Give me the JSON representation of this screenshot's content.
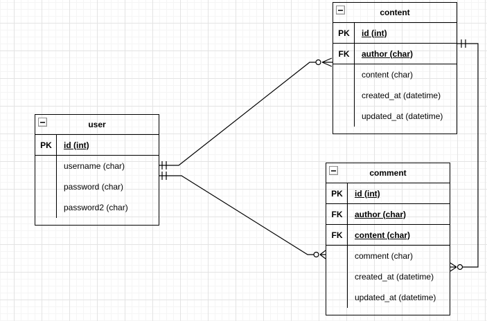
{
  "diagram": {
    "type": "entity-relationship",
    "tables": {
      "user": {
        "title": "user",
        "keys": [
          {
            "key": "PK",
            "field": "id (int)"
          }
        ],
        "fields": [
          "username (char)",
          "password (char)",
          "password2 (char)"
        ]
      },
      "content": {
        "title": "content",
        "keys": [
          {
            "key": "PK",
            "field": "id (int)"
          },
          {
            "key": "FK",
            "field": "author (char)"
          }
        ],
        "fields": [
          "content (char)",
          "created_at (datetime)",
          "updated_at (datetime)"
        ]
      },
      "comment": {
        "title": "comment",
        "keys": [
          {
            "key": "PK",
            "field": "id (int)"
          },
          {
            "key": "FK",
            "field": "author (char)"
          },
          {
            "key": "FK",
            "field": "content (char)"
          }
        ],
        "fields": [
          "comment (char)",
          "created_at (datetime)",
          "updated_at (datetime)"
        ]
      }
    },
    "relations": [
      {
        "from": "user",
        "to": "content",
        "from_end": "exactly-one (||)",
        "to_end": "zero-or-many (o<)"
      },
      {
        "from": "user",
        "to": "comment",
        "from_end": "exactly-one (||)",
        "to_end": "zero-or-many (o<)"
      },
      {
        "from": "content",
        "to": "comment",
        "from_end": "exactly-one (||)",
        "to_end": "zero-or-many (o<)"
      }
    ],
    "icons": {
      "collapse": "minus-square"
    },
    "colors": {
      "line": "#000000",
      "grid_minor": "#f5f5f5",
      "grid_major": "#e3e3e3",
      "background": "#ffffff"
    }
  }
}
